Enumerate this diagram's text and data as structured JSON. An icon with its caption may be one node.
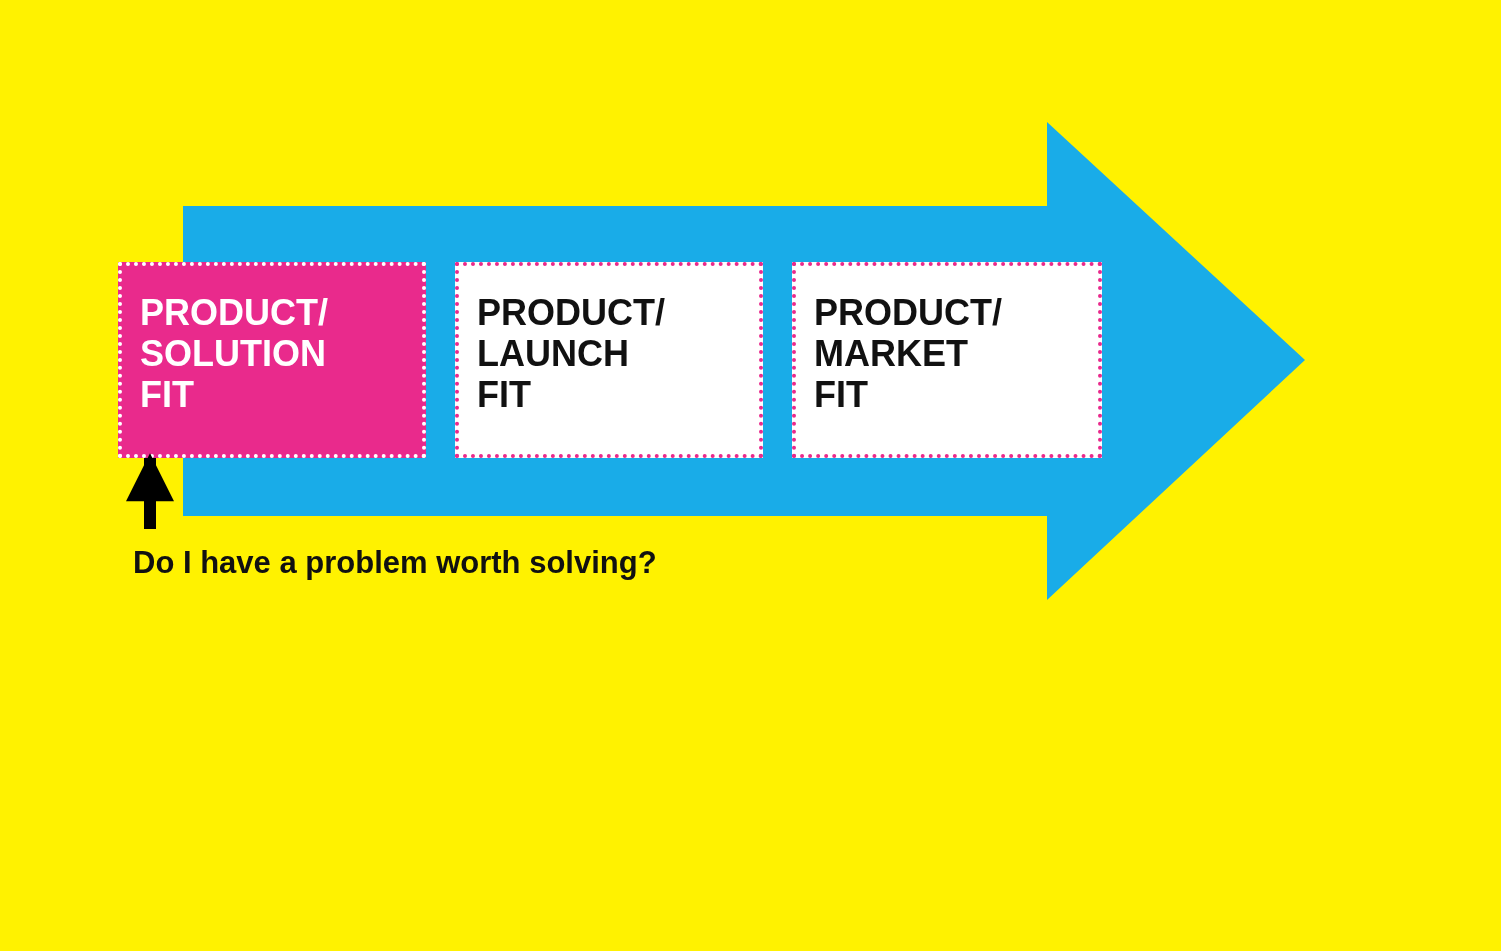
{
  "diagram": {
    "nodes": [
      {
        "text": [
          "PRODUCT/ SOLUTION FIT"
        ]
      },
      {
        "text": [
          "PRODUCT/ LAUNCH FIT"
        ]
      },
      {
        "text": [
          "PRODUCT/ MARKET FIT"
        ]
      },
      {
        "text": [
          "Do I have a problem worth solving?"
        ]
      }
    ],
    "edges": [
      {
        "from": 3,
        "to": 0,
        "arrow": "to"
      }
    ]
  }
}
